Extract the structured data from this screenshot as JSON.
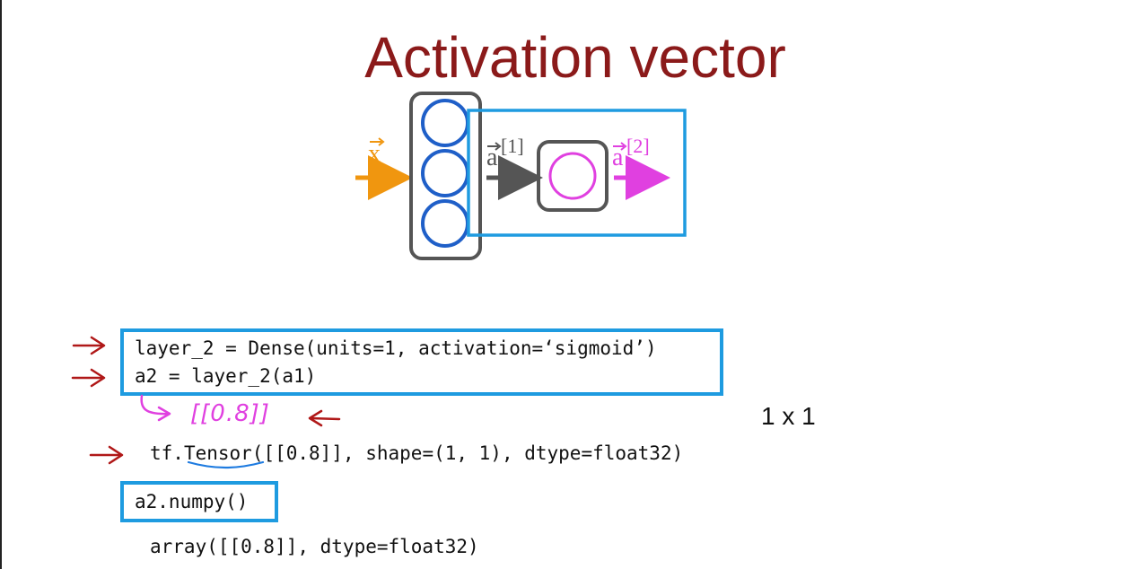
{
  "title": "Activation vector",
  "diagram": {
    "input_label": "x",
    "hidden_label": "a",
    "hidden_superscript": "[1]",
    "output_label": "a",
    "output_superscript": "[2]",
    "colors": {
      "input": "#f0960f",
      "hidden_layer": "#1f5fc8",
      "output_neuron": "#e040e0",
      "box": "#1e9be0",
      "layer_frame": "#555555",
      "arrow_gray": "#555555"
    }
  },
  "code_block_1": {
    "line1": "layer_2 = Dense(units=1, activation=‘sigmoid’)",
    "line2": "a2 = layer_2(a1)"
  },
  "handwritten_result": "[[0.8]]",
  "shape_note": "1 x 1",
  "tensor_output": {
    "prefix": "tf.",
    "name": "Tensor",
    "rest": "([[0.8]], shape=(1, 1), dtype=float32)"
  },
  "code_block_2": {
    "line1": "a2.numpy()"
  },
  "array_output": "array([[0.8]], dtype=float32)"
}
